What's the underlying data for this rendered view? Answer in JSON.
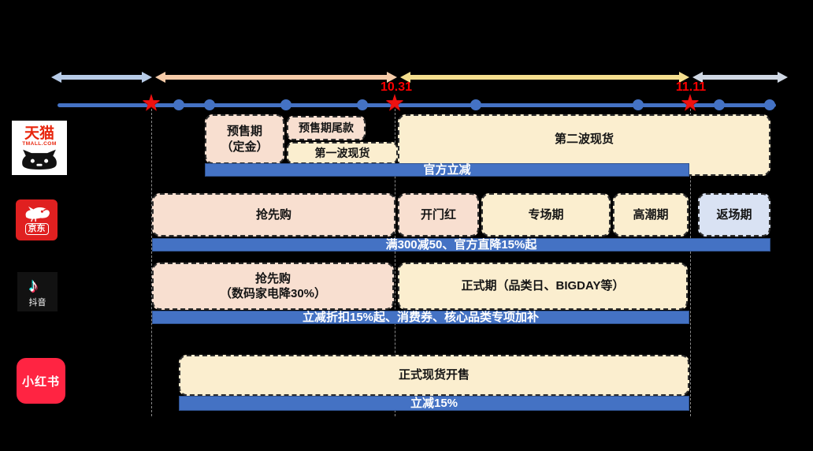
{
  "palette": {
    "background": "#000000",
    "timeline_blue": "#4472C4",
    "bar_blue": "#4472C4",
    "star_red": "#EE1111",
    "date_red": "#FF0000",
    "salmon_fill": "#F8DFD0",
    "yellow_fill": "#FBEECF",
    "lightblue_fill": "#D9E2F3",
    "arrow_blue": "#B7CBE7",
    "arrow_salmon": "#F6CBA8",
    "arrow_yellow": "#F5DE8E",
    "arrow_gray": "#D0D8E4",
    "tmall_red": "#E8250C",
    "jd_red": "#E02020",
    "xhs_red": "#FF2442"
  },
  "icons": {
    "star": "★",
    "note": "♪"
  },
  "timeline": {
    "date_label_1": "10.31",
    "date_label_2": "11.11"
  },
  "tmall": {
    "logo": {
      "title": "天猫",
      "subtitle": "TMALL.COM"
    },
    "presale_line1": "预售期",
    "presale_line2": "（定金）",
    "tail": "预售期尾款",
    "wave1": "第一波现货",
    "wave2": "第二波现货",
    "promo": "官方立减"
  },
  "jd": {
    "logo_text": "京东",
    "rush": "抢先购",
    "opening": "开门红",
    "special": "专场期",
    "climax": "高潮期",
    "returns": "返场期",
    "promo": "满300减50、官方直降15%起"
  },
  "douyin": {
    "logo_text": "抖音",
    "rush_line1": "抢先购",
    "rush_line2": "（数码家电降30%）",
    "formal": "正式期（品类日、BIGDAY等）",
    "promo": "立减折扣15%起、消费券、核心品类专项加补"
  },
  "xhs": {
    "logo_text": "小红书",
    "sale": "正式现货开售",
    "promo": "立减15%"
  }
}
